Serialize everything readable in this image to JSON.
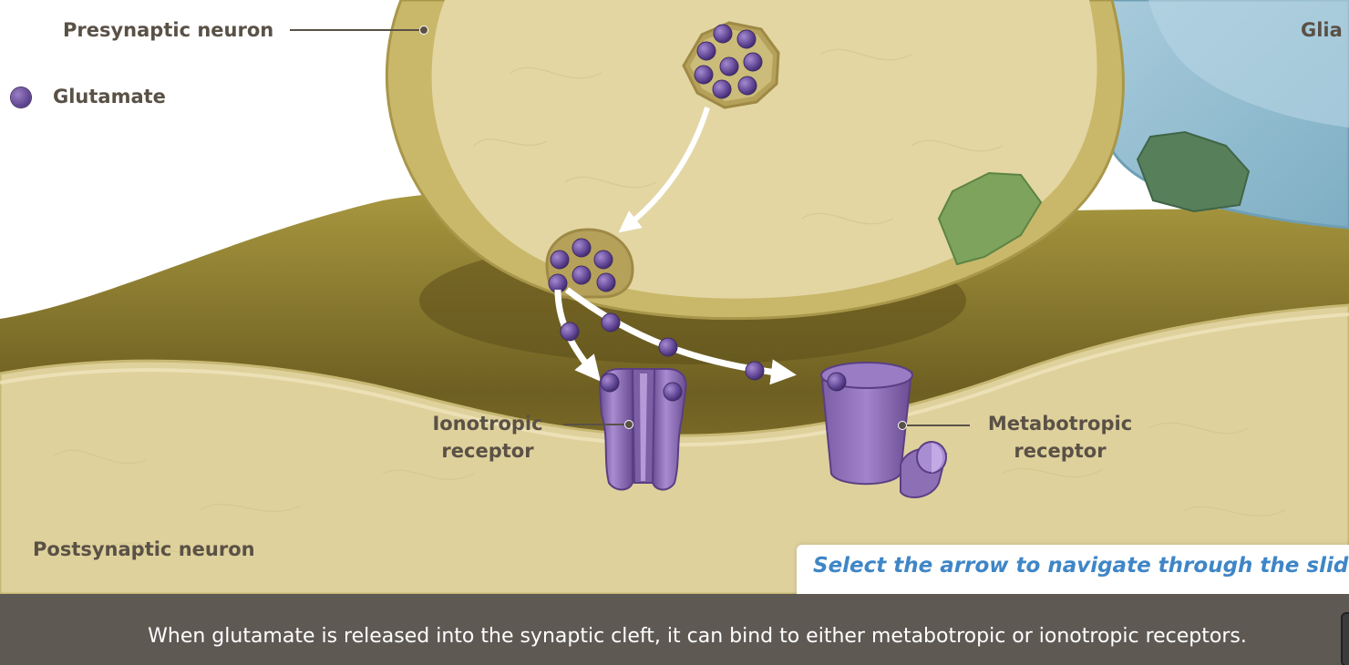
{
  "labels": {
    "presynaptic": "Presynaptic neuron",
    "glia": "Glia",
    "legend": "Glutamate",
    "ionotropic": [
      "Ionotropic",
      "receptor"
    ],
    "metabotropic": [
      "Metabotropic",
      "receptor"
    ],
    "postsynaptic": "Postsynaptic neuron"
  },
  "instruction": "Select the arrow to navigate through the slideshow",
  "caption": "When glutamate is released into the synaptic cleft, it can bind to either metabotropic or ionotropic receptors.",
  "colors": {
    "neuron_fill": "#e2d4a0",
    "cleft": "#8a7a32",
    "glia": "#8cb8cc",
    "glutamate": "#6a4f9c",
    "receptor": "#8a6bb0",
    "transporter": "#6f9a52",
    "caption_bar": "#5f5954",
    "instruction_text": "#3f86c6"
  },
  "icons": {
    "next": "right-arrow-icon"
  }
}
